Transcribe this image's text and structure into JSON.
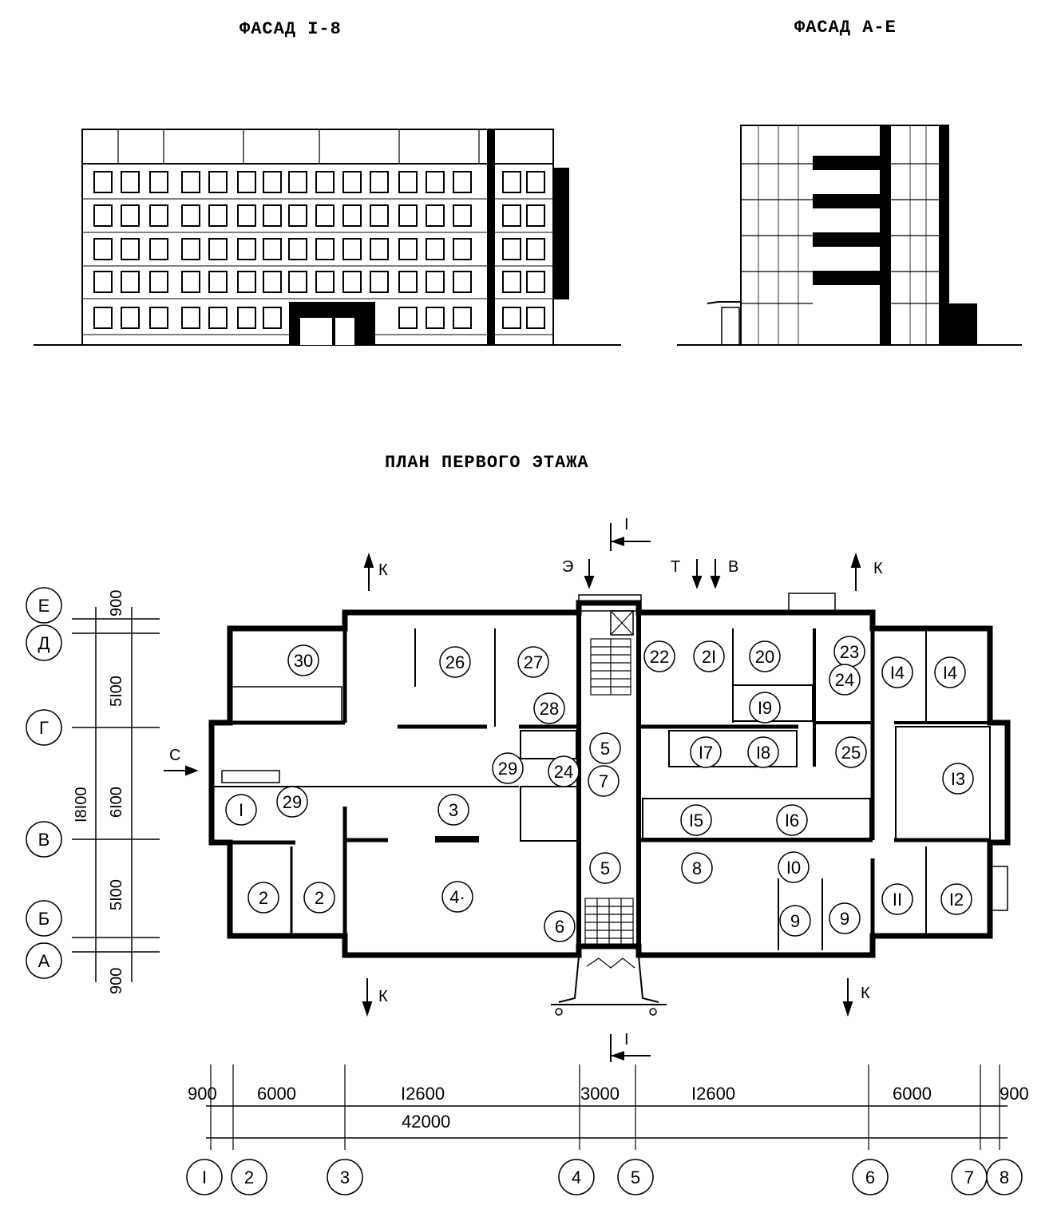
{
  "titles": {
    "facade_1_8": "ФАСАД I-8",
    "facade_a_e": "ФАСАД А-Е",
    "plan": "ПЛАН ПЕРВОГО  ЭТАЖА"
  },
  "section_mark": "I",
  "entrances": {
    "k": "К",
    "e": "Э",
    "t": "Т",
    "v": "В",
    "c": "С"
  },
  "row_axes": [
    "Е",
    "Д",
    "Г",
    "В",
    "Б",
    "А"
  ],
  "row_dims": [
    "900",
    "5I00",
    "6I00",
    "5I00",
    "900"
  ],
  "row_total": "I8I00",
  "col_axes": [
    "I",
    "2",
    "3",
    "4",
    "5",
    "6",
    "7",
    "8"
  ],
  "col_dims": [
    "900",
    "6000",
    "I2600",
    "3000",
    "I2600",
    "6000",
    "900"
  ],
  "col_total": "42000",
  "rooms": {
    "r30": "30",
    "r26": "26",
    "r27": "27",
    "r28": "28",
    "r29a": "29",
    "r29b": "29",
    "r22": "22",
    "r21": "2I",
    "r20": "20",
    "r23": "23",
    "r24a": "24",
    "r24b": "24",
    "r14a": "I4",
    "r14b": "I4",
    "r19": "I9",
    "r17": "I7",
    "r18": "I8",
    "r25": "25",
    "r13": "I3",
    "r15": "I5",
    "r16": "I6",
    "r5a": "5",
    "r5b": "5",
    "r7": "7",
    "r1": "I",
    "r3": "3",
    "r2a": "2",
    "r2b": "2",
    "r4": "4·",
    "r6": "6",
    "r8": "8",
    "r10": "I0",
    "r9a": "9",
    "r9b": "9",
    "r11": "II",
    "r12": "I2"
  }
}
